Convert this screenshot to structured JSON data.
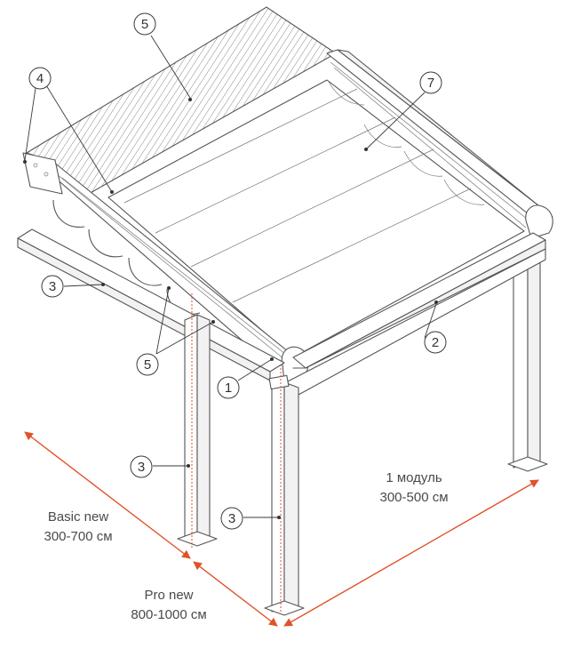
{
  "callouts": [
    {
      "label": "5"
    },
    {
      "label": "4"
    },
    {
      "label": "7"
    },
    {
      "label": "3"
    },
    {
      "label": "2"
    },
    {
      "label": "5"
    },
    {
      "label": "1"
    },
    {
      "label": "3"
    },
    {
      "label": "3"
    }
  ],
  "dimensions": {
    "basic_line1": "Basic new",
    "basic_line2": "300-700 см",
    "pro_line1": "Pro new",
    "pro_line2": "800-1000 см",
    "module_line1": "1 модуль",
    "module_line2": "300-500 см"
  },
  "colors": {
    "dimension_arrow": "#e0522a",
    "outline": "#555555"
  }
}
